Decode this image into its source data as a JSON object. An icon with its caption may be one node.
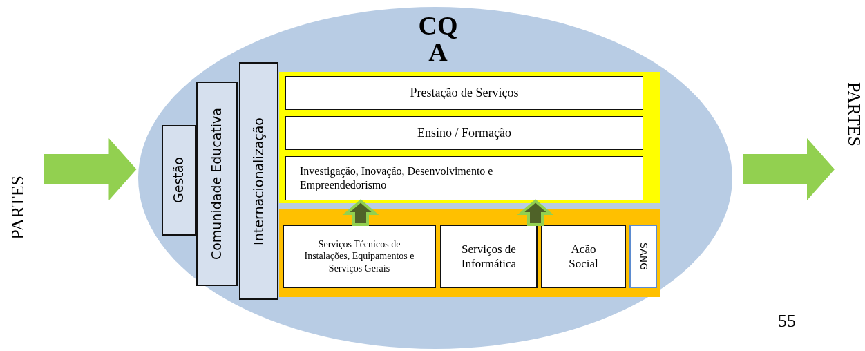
{
  "diagram": {
    "nodes": [
      {
        "text": [
          "CQA"
        ]
      },
      {
        "text": [
          "PARTES"
        ]
      },
      {
        "text": [
          "PARTES"
        ]
      },
      {
        "text": [
          "Gestão"
        ],
        "in": 0
      },
      {
        "text": [
          "Comunidade Educativa"
        ],
        "in": 0
      },
      {
        "text": [
          "Internacionalização"
        ],
        "in": 0
      },
      {
        "text": [],
        "shape": "box",
        "in": 0
      },
      {
        "text": [
          "Prestação de Serviços"
        ],
        "in": 6
      },
      {
        "text": [
          "Ensino / Formação"
        ],
        "in": 6
      },
      {
        "text": [
          "Investigação, Inovação, Desenvolvimento e Empreendedorismo"
        ],
        "in": 6
      },
      {
        "text": [],
        "shape": "box",
        "in": 0
      },
      {
        "text": [
          "Serviços Técnicos de Instalações, Equipamentos e Serviços Gerais"
        ],
        "in": 10
      },
      {
        "text": [
          "Serviços de Informática"
        ],
        "in": 10
      },
      {
        "text": [
          "Acão Social"
        ],
        "in": 10
      },
      {
        "text": [
          "SANG"
        ],
        "in": 10
      }
    ],
    "edges": [
      {
        "from": 1,
        "to": 0,
        "arrow": "to"
      },
      {
        "from": 0,
        "to": 2,
        "arrow": "to"
      },
      {
        "from": 11,
        "to": 9,
        "arrow": "to"
      },
      {
        "from": 12,
        "to": 9,
        "arrow": "to"
      }
    ],
    "labels": [
      "55"
    ]
  }
}
